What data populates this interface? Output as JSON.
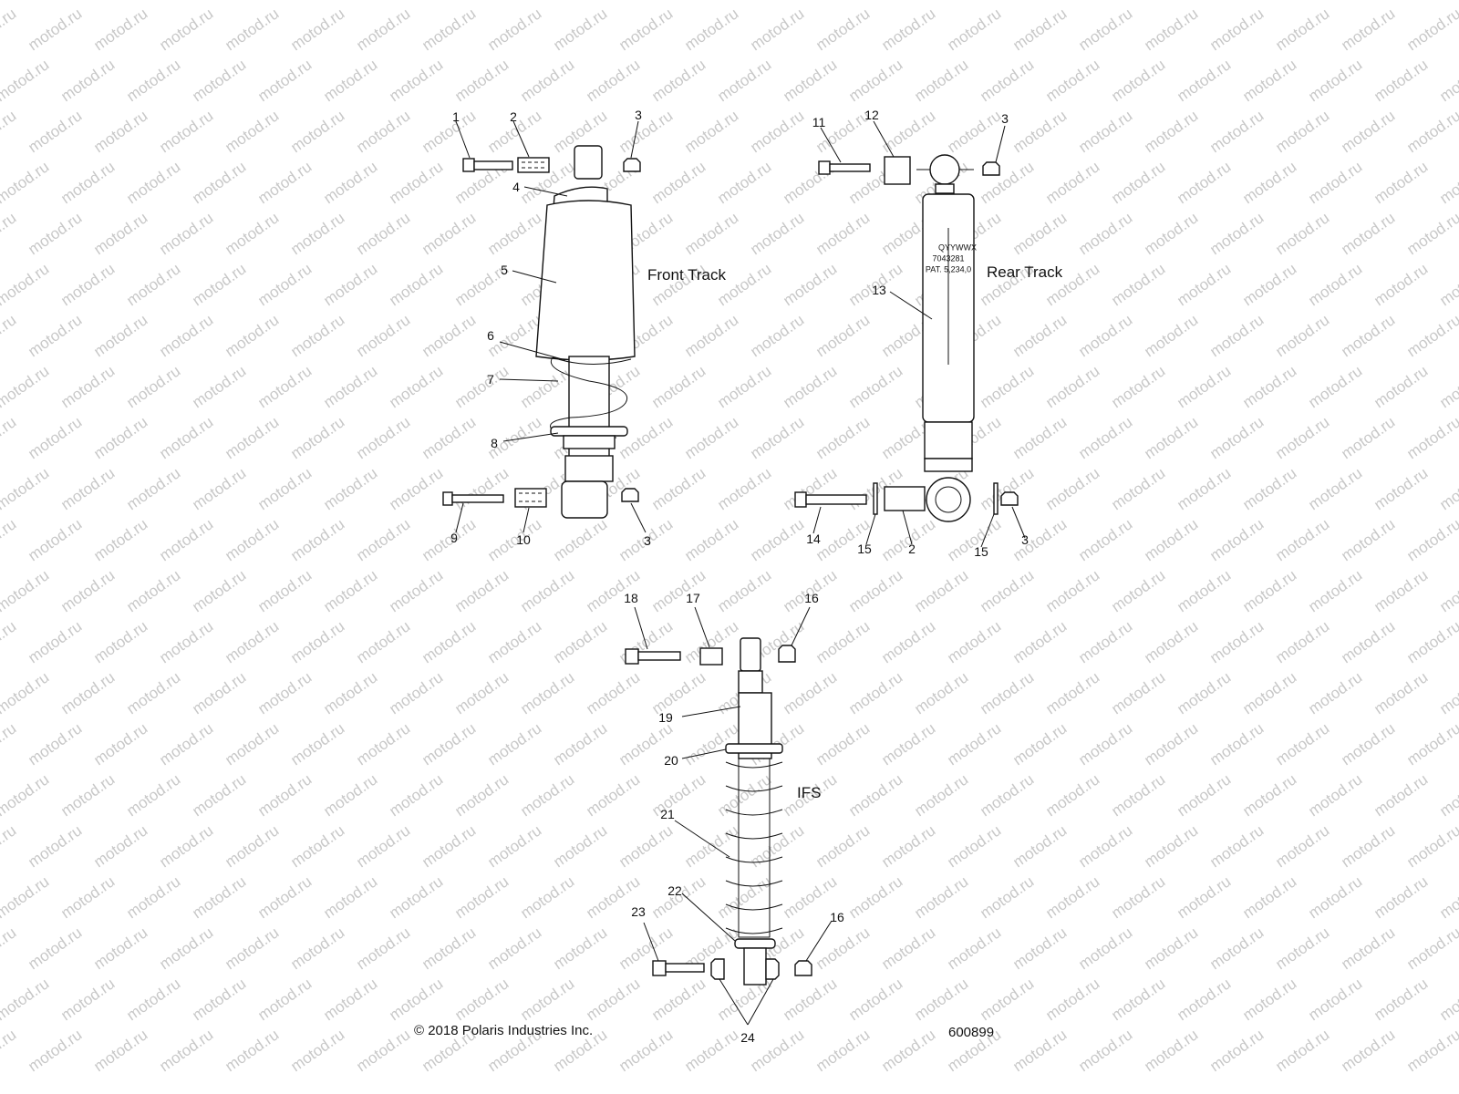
{
  "watermark": {
    "text": "motod.ru",
    "color": "#c8c8c8"
  },
  "titles": {
    "front_track": "Front Track",
    "rear_track": "Rear Track",
    "ifs": "IFS"
  },
  "callouts": [
    "1",
    "2",
    "3",
    "4",
    "5",
    "6",
    "7",
    "8",
    "9",
    "10",
    "3",
    "11",
    "12",
    "3",
    "13",
    "14",
    "15",
    "2",
    "15",
    "3",
    "18",
    "17",
    "16",
    "19",
    "20",
    "21",
    "22",
    "23",
    "16",
    "24"
  ],
  "rear_shock_label": {
    "line1": "QYYWWX",
    "line2": "7043281",
    "line3": "PAT. 5,234,0"
  },
  "footer": {
    "copyright": "© 2018 Polaris Industries Inc.",
    "drawing_number": "600899"
  }
}
